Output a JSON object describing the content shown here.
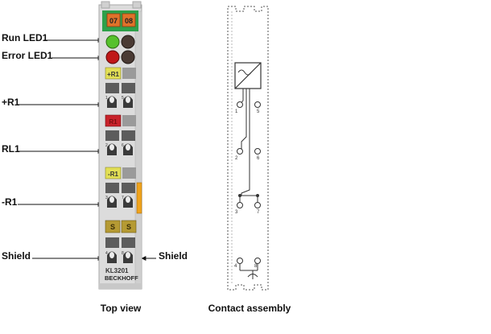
{
  "labels": {
    "run_led": "Run LED1",
    "error_led": "Error LED1",
    "plus_r1": "+R1",
    "rl1": "RL1",
    "minus_r1": "-R1",
    "shield_left": "Shield",
    "shield_right": "Shield"
  },
  "module": {
    "tabs": [
      "07",
      "08"
    ],
    "channel_labels": {
      "plus": "+R1",
      "rl": "R1",
      "minus": "-R1",
      "s_left": "S",
      "s_right": "S"
    },
    "terminal_numbers": [
      "1",
      "5",
      "2",
      "6",
      "3",
      "7",
      "4",
      "8"
    ],
    "model": "KL3201",
    "brand": "BECKHOFF"
  },
  "contact": {
    "numbers": [
      "1",
      "5",
      "2",
      "6",
      "3",
      "7",
      "4",
      "8"
    ]
  },
  "captions": {
    "top_view": "Top view",
    "contact_assembly": "Contact assembly"
  },
  "colors": {
    "module_body": "#d9d9d9",
    "tab_green": "#2ea04a",
    "tab_orange": "#e0722a",
    "run_led": "#56c12c",
    "error_led": "#c01818",
    "label_yellow": "#e2df55",
    "label_red": "#c8222a",
    "label_olive": "#b59a33",
    "side_orange": "#f0a31c"
  }
}
